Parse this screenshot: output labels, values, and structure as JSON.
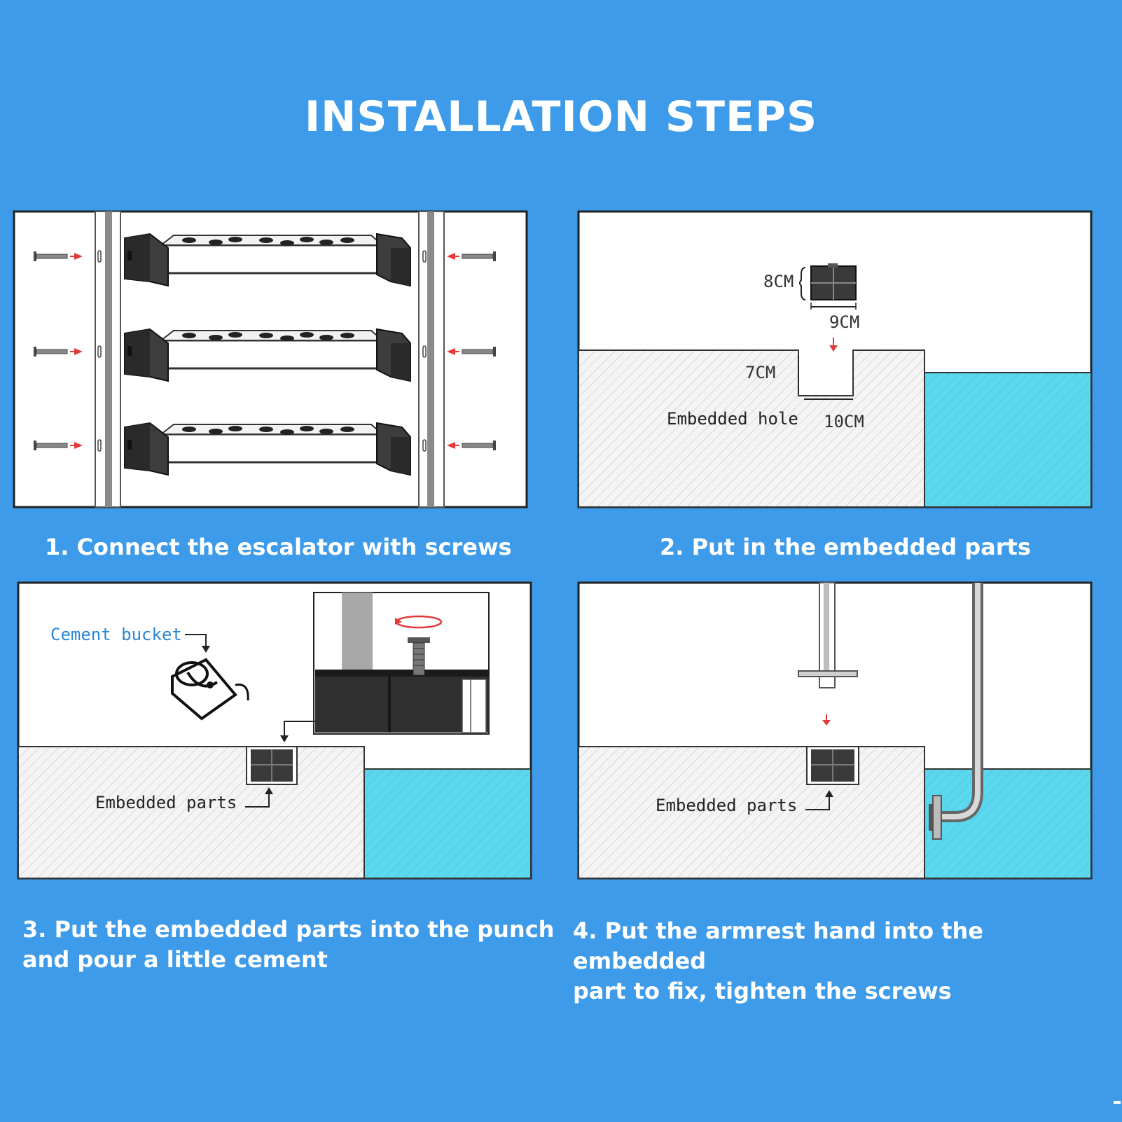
{
  "page": {
    "title": "INSTALLATION STEPS",
    "colors": {
      "background": "#3d9be9",
      "water": "#5cd8ee",
      "ground": "#f4f4f4",
      "text": "#ffffff",
      "label_blue": "#2a86d8",
      "arrow_red": "#e23a3a"
    }
  },
  "steps": [
    {
      "caption": "1. Connect the escalator with screws"
    },
    {
      "caption": "2. Put in the embedded parts",
      "labels": {
        "height": "8CM",
        "width": "9CM",
        "depth": "7CM",
        "hole_width": "10CM",
        "hole": "Embedded hole"
      }
    },
    {
      "caption_line1": "3. Put the embedded parts into the punch",
      "caption_line2": "and pour a little cement",
      "labels": {
        "bucket": "Cement bucket",
        "parts": "Embedded parts"
      }
    },
    {
      "caption_line1": "4. Put the armrest hand into the embedded",
      "caption_line2": "part to fix, tighten the screws",
      "labels": {
        "parts": "Embedded parts"
      }
    }
  ],
  "icons": [
    "screw-icon",
    "arrow-right-icon",
    "arrow-left-icon",
    "arrow-down-icon",
    "bucket-icon",
    "rotate-arrow-icon"
  ]
}
